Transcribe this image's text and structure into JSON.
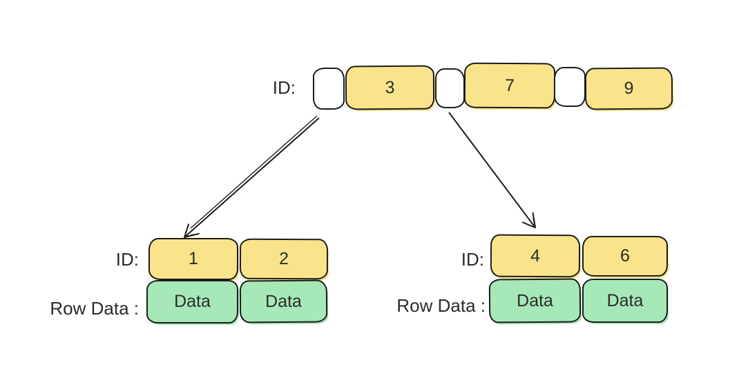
{
  "colors": {
    "yellow_fill": "#F9E48B",
    "green_fill": "#A7E8B8",
    "pointer_fill": "#FFFFFF",
    "stroke": "#1B1B1B",
    "text": "#2B2B2B",
    "background": "#FFFFFF"
  },
  "root_node": {
    "label": "ID:",
    "cells": [
      {
        "kind": "pointer",
        "value": ""
      },
      {
        "kind": "key",
        "value": "3"
      },
      {
        "kind": "pointer",
        "value": ""
      },
      {
        "kind": "key",
        "value": "7"
      },
      {
        "kind": "pointer",
        "value": ""
      },
      {
        "kind": "key",
        "value": "9"
      }
    ]
  },
  "leaf_left": {
    "id_label": "ID:",
    "row_label": "Row Data :",
    "keys": [
      "1",
      "2"
    ],
    "data": [
      "Data",
      "Data"
    ]
  },
  "leaf_right": {
    "id_label": "ID:",
    "row_label": "Row Data :",
    "keys": [
      "4",
      "6"
    ],
    "data": [
      "Data",
      "Data"
    ]
  },
  "arrows": [
    {
      "description": "root first pointer to left leaf"
    },
    {
      "description": "root second pointer to right leaf"
    }
  ]
}
